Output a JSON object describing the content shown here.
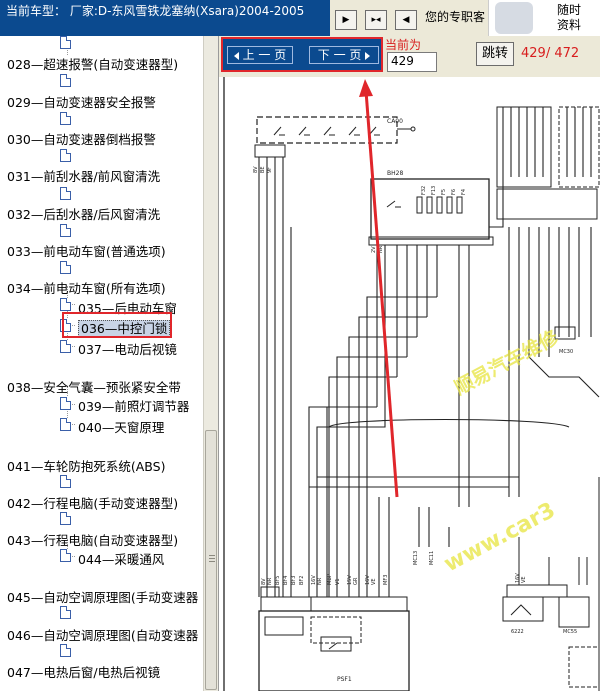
{
  "header": {
    "car_title": "当前车型： 厂家:D-东风雪铁龙塞纳(Xsara)2004-2005",
    "expert_text": "您的专职客",
    "promo_line1": "随时",
    "promo_line2": "资料"
  },
  "tree": {
    "items": [
      {
        "label": "028—超速报警(自动变速器型)"
      },
      {
        "label": "029—自动变速器安全报警"
      },
      {
        "label": "030—自动变速器倒档报警"
      },
      {
        "label": "031—前刮水器/前风窗清洗"
      },
      {
        "label": "032—后刮水器/后风窗清洗"
      },
      {
        "label": "033—前电动车窗(普通选项)"
      },
      {
        "label": "034—前电动车窗(所有选项)"
      },
      {
        "label": "035—后电动车窗"
      },
      {
        "label": "036—中控门锁"
      },
      {
        "label": "037—电动后视镜"
      },
      {
        "label": "038—安全气囊—预张紧安全带"
      },
      {
        "label": "039—前照灯调节器"
      },
      {
        "label": "040—天窗原理"
      },
      {
        "label": "041—车轮防抱死系统(ABS)"
      },
      {
        "label": "042—行程电脑(手动变速器型)"
      },
      {
        "label": "043—行程电脑(自动变速器型)"
      },
      {
        "label": "044—采暖通风"
      },
      {
        "label": "045—自动空调原理图(手动变速器"
      },
      {
        "label": "046—自动空调原理图(自动变速器"
      },
      {
        "label": "047—电热后窗/电热后视镜"
      }
    ]
  },
  "pager": {
    "prev_label": "上 一 页",
    "next_label": "下 一 页",
    "current_label": "当前为",
    "current_value": "429",
    "jump_label": "跳转",
    "page_count": "429/ 472"
  },
  "diagram": {
    "labels": {
      "ca00": "CA00",
      "bh28": "BH28",
      "mc30": "MC30",
      "mc13": "MC13",
      "mc11": "MC11",
      "psf1": "PSF1",
      "c6222": "6222",
      "mc55": "MC55",
      "fuses": [
        "F32",
        "F13",
        "F5",
        "F6",
        "F4"
      ],
      "pins_top": [
        "8V",
        "BE",
        "9F",
        "12"
      ],
      "pins_bh": [
        "2V",
        "NR",
        "1",
        "2",
        "3",
        "4"
      ],
      "pins_psf": [
        "8V",
        "NR",
        "BF5",
        "BF4",
        "BF3",
        "BF2",
        "16V",
        "NR",
        "MBP",
        "V1",
        "15V",
        "GR",
        "16V",
        "VE",
        "MF3"
      ],
      "pins_right": [
        "16V",
        "VE",
        "2",
        "1",
        "MC55"
      ]
    },
    "watermark_cn": "顺易汽车维修",
    "watermark_url": "www.car3"
  },
  "colors": {
    "header_blue": "#0b4a8f",
    "highlight_red": "#e0262b",
    "page_red": "#d81e1e",
    "watermark_yellow": "#e7e43f"
  }
}
